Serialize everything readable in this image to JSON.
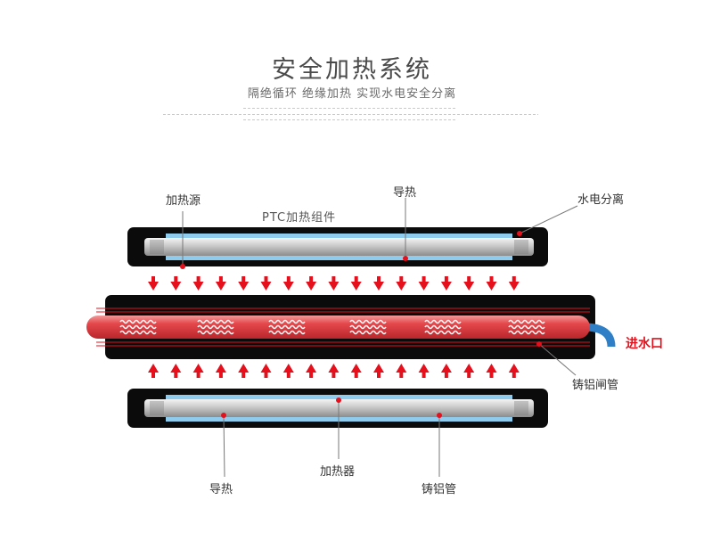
{
  "header": {
    "title": "安全加热系统",
    "subtitle": "隔绝循环 绝缘加热 实现水电安全分离"
  },
  "labels": {
    "heat_source": "加热源",
    "heat_conduction_top": "导热",
    "water_electric_separation": "水电分离",
    "ptc_assembly": "PTC加热组件",
    "water_inlet": "进水口",
    "cast_aluminum_gate_tube": "铸铝闸管",
    "heater": "加热器",
    "heat_conduction_bottom": "导热",
    "cast_aluminum_tube": "铸铝管"
  },
  "colors": {
    "casing": "#0b0b0b",
    "conductor": "#8ecbec",
    "rod": "#bdbdbd",
    "water_pipe": "#e8494e",
    "arrow": "#e5101c",
    "inlet_pipe": "#2f7fc7"
  }
}
